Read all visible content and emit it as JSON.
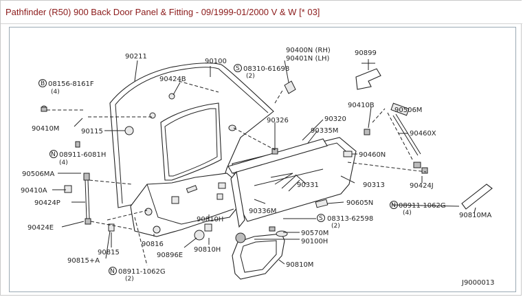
{
  "page": {
    "title": "Pathfinder (R50) 900 Back Door Panel & Fitting - 09/1999-01/2000 V & W [* 03]"
  },
  "diagram": {
    "drawing_code": "J9000013",
    "callouts": [
      {
        "id": "90211",
        "text": "90211"
      },
      {
        "id": "90100",
        "text": "90100"
      },
      {
        "id": "90400N",
        "text": "90400N (RH)"
      },
      {
        "id": "90401N",
        "text": "90401N (LH)"
      },
      {
        "id": "90899",
        "text": "90899"
      },
      {
        "id": "08156-8161F",
        "text": "08156-8161F"
      },
      {
        "id": "08156-8161F-qty",
        "text": "(4)"
      },
      {
        "id": "90424B",
        "text": "90424B"
      },
      {
        "id": "08310-61698",
        "text": "08310-61698"
      },
      {
        "id": "08310-61698-qty",
        "text": "(2)"
      },
      {
        "id": "90410B",
        "text": "90410B"
      },
      {
        "id": "90506M-r",
        "text": "90506M"
      },
      {
        "id": "90410M",
        "text": "90410M"
      },
      {
        "id": "90115",
        "text": "90115"
      },
      {
        "id": "90326",
        "text": "90326"
      },
      {
        "id": "90320",
        "text": "90320"
      },
      {
        "id": "90460X",
        "text": "90460X"
      },
      {
        "id": "90335M",
        "text": "90335M"
      },
      {
        "id": "08911-6081H",
        "text": "08911-6081H"
      },
      {
        "id": "08911-6081H-qty",
        "text": "(4)"
      },
      {
        "id": "90460N",
        "text": "90460N"
      },
      {
        "id": "90506MA",
        "text": "90506MA"
      },
      {
        "id": "90410A",
        "text": "90410A"
      },
      {
        "id": "90331",
        "text": "90331"
      },
      {
        "id": "90313",
        "text": "90313"
      },
      {
        "id": "90424J",
        "text": "90424J"
      },
      {
        "id": "90424P",
        "text": "90424P"
      },
      {
        "id": "90605N",
        "text": "90605N"
      },
      {
        "id": "08911-1062G-r",
        "text": "08911-1062G"
      },
      {
        "id": "08911-1062G-r-qty",
        "text": "(4)"
      },
      {
        "id": "90336M",
        "text": "90336M"
      },
      {
        "id": "90810MA",
        "text": "90810MA"
      },
      {
        "id": "90810H-a",
        "text": "90810H"
      },
      {
        "id": "08313-62598",
        "text": "08313-62598"
      },
      {
        "id": "08313-62598-qty",
        "text": "(2)"
      },
      {
        "id": "90424E",
        "text": "90424E"
      },
      {
        "id": "90570M",
        "text": "90570M"
      },
      {
        "id": "90816",
        "text": "90816"
      },
      {
        "id": "90100H",
        "text": "90100H"
      },
      {
        "id": "90815",
        "text": "90815"
      },
      {
        "id": "90896E",
        "text": "90896E"
      },
      {
        "id": "90810H-b",
        "text": "90810H"
      },
      {
        "id": "90815A",
        "text": "90815+A"
      },
      {
        "id": "90810M",
        "text": "90810M"
      },
      {
        "id": "08911-1062G-b",
        "text": "08911-1062G"
      },
      {
        "id": "08911-1062G-b-qty",
        "text": "(2)"
      }
    ],
    "markers": {
      "bolt": "B",
      "screw": "S",
      "nut": "N"
    }
  }
}
